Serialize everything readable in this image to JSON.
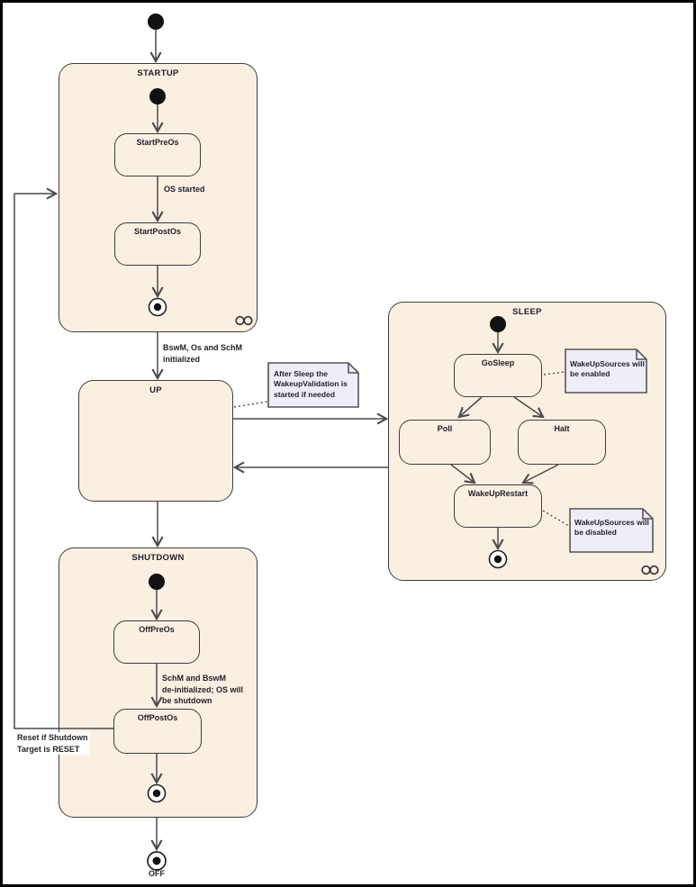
{
  "diagram": {
    "kind": "uml-state-machine",
    "colors": {
      "state_fill": "#FAF0E2",
      "state_border": "#3D3D3D",
      "note_fill": "#EFEDF7",
      "note_border": "#555555",
      "line": "#4A4A4A",
      "text": "#23232B",
      "canvas_border": "#000000"
    }
  },
  "states": {
    "startup": {
      "label": "STARTUP"
    },
    "start_pre_os": {
      "label": "StartPreOs"
    },
    "start_post_os": {
      "label": "StartPostOs"
    },
    "up": {
      "label": "UP"
    },
    "sleep": {
      "label": "SLEEP"
    },
    "go_sleep": {
      "label": "GoSleep"
    },
    "poll": {
      "label": "Poll"
    },
    "halt": {
      "label": "Halt"
    },
    "wakeup_restart": {
      "label": "WakeUpRestart"
    },
    "shutdown": {
      "label": "SHUTDOWN"
    },
    "off_pre_os": {
      "label": "OffPreOs"
    },
    "off_post_os": {
      "label": "OffPostOs"
    },
    "off": {
      "label": "OFF"
    }
  },
  "transitions": {
    "os_started": "OS started",
    "bswm_os_schm_initialized": "BswM, Os and SchM\ninitialized",
    "schm_bswm_deinitialized": "SchM and BswM\nde-initialized; OS will\nbe shutdown",
    "reset_if_shutdown": "Reset if Shutdown\nTarget is RESET"
  },
  "notes": {
    "after_sleep": "After Sleep the\nWakeupValidation is\nstarted if needed",
    "wakeup_sources_enabled": "WakeUpSources will\nbe enabled",
    "wakeup_sources_disabled": "WakeUpSources will\nbe disabled"
  },
  "icons": {
    "initial_state": "filled-circle",
    "final_state": "bullseye-circle",
    "submachine": "infinity-glasses"
  }
}
